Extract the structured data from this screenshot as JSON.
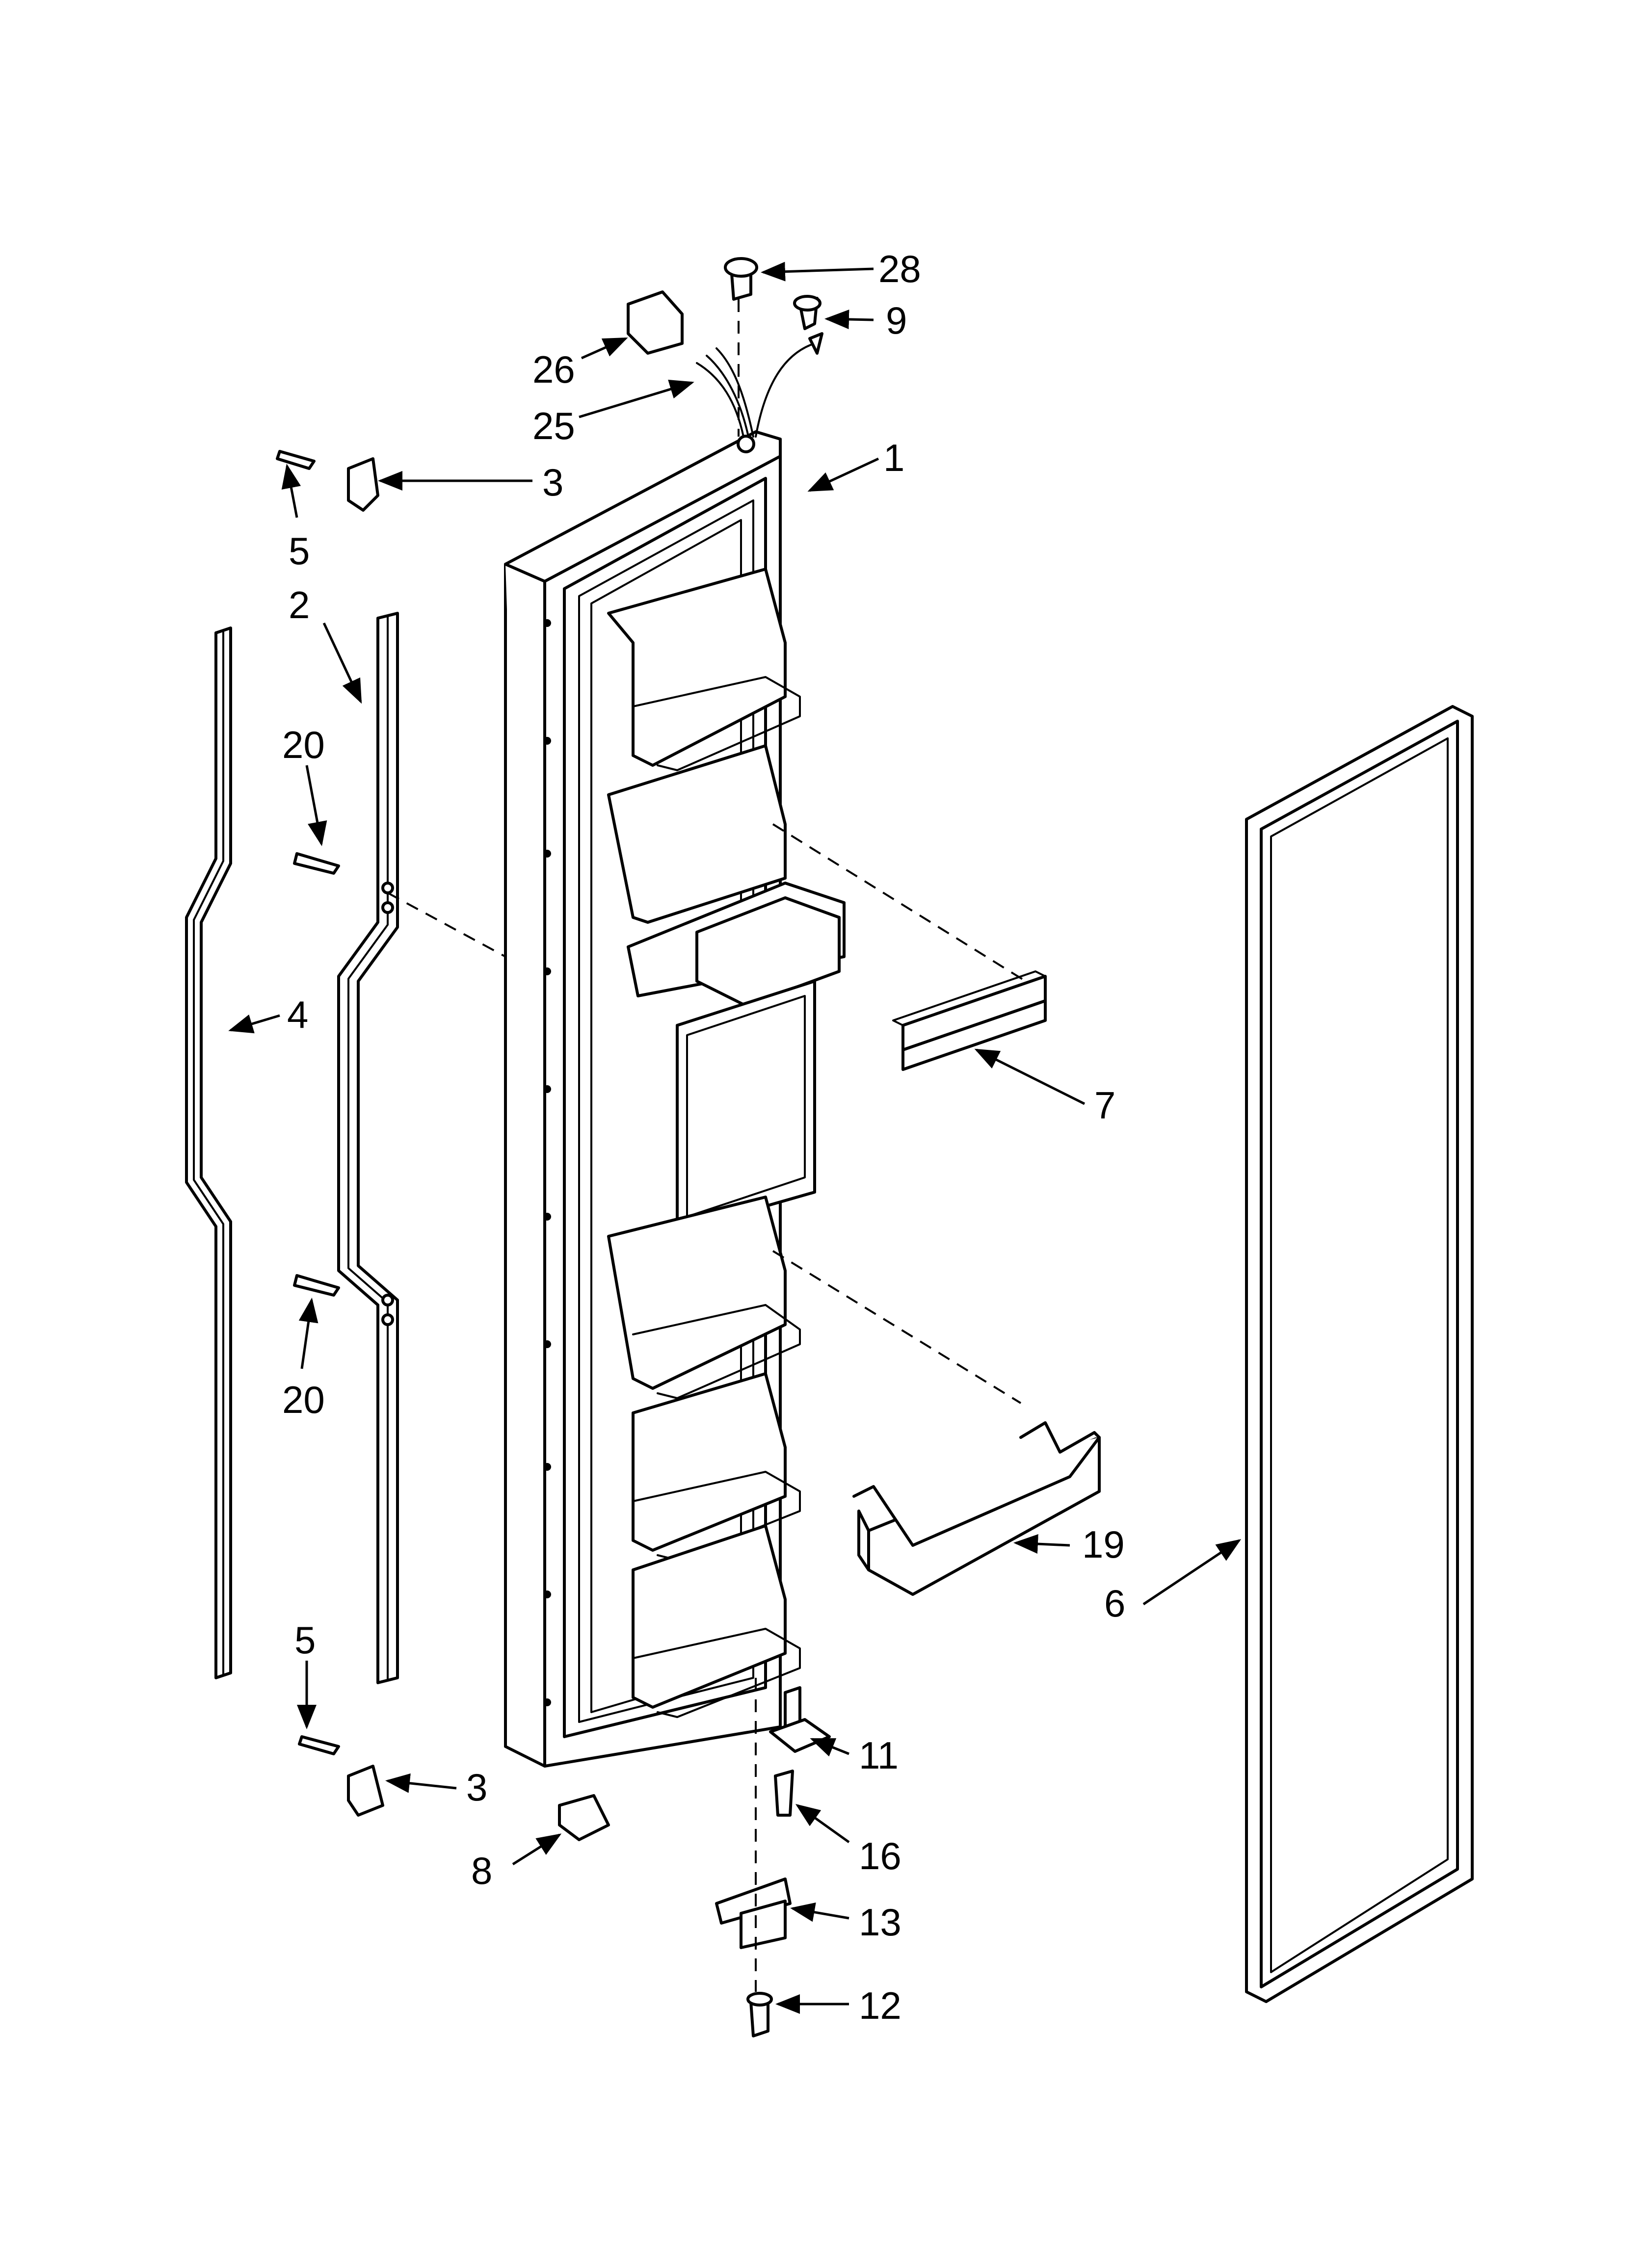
{
  "diagram": {
    "callouts": [
      "28",
      "9",
      "26",
      "25",
      "3",
      "1",
      "5",
      "2",
      "20",
      "4",
      "7",
      "20",
      "19",
      "6",
      "5",
      "3",
      "11",
      "16",
      "8",
      "13",
      "12"
    ]
  }
}
